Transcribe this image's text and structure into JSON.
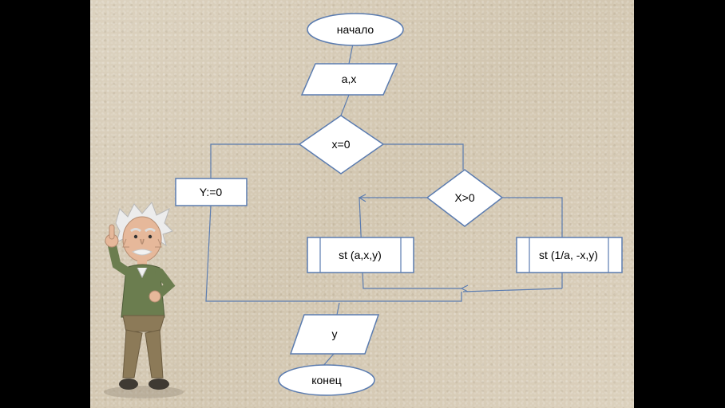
{
  "flowchart": {
    "start": "начало",
    "input": "a,x",
    "decision1": "x=0",
    "assign": "Y:=0",
    "decision2": "X>0",
    "sub_left": "st (a,x,y)",
    "sub_right": "st (1/a, -x,y)",
    "output": "y",
    "end": "конец"
  },
  "colors": {
    "line": "#5b7cb0",
    "fill": "#ffffff",
    "background": "#d8cdb9"
  },
  "decoration": {
    "character": "cartoon-scientist-figure"
  }
}
